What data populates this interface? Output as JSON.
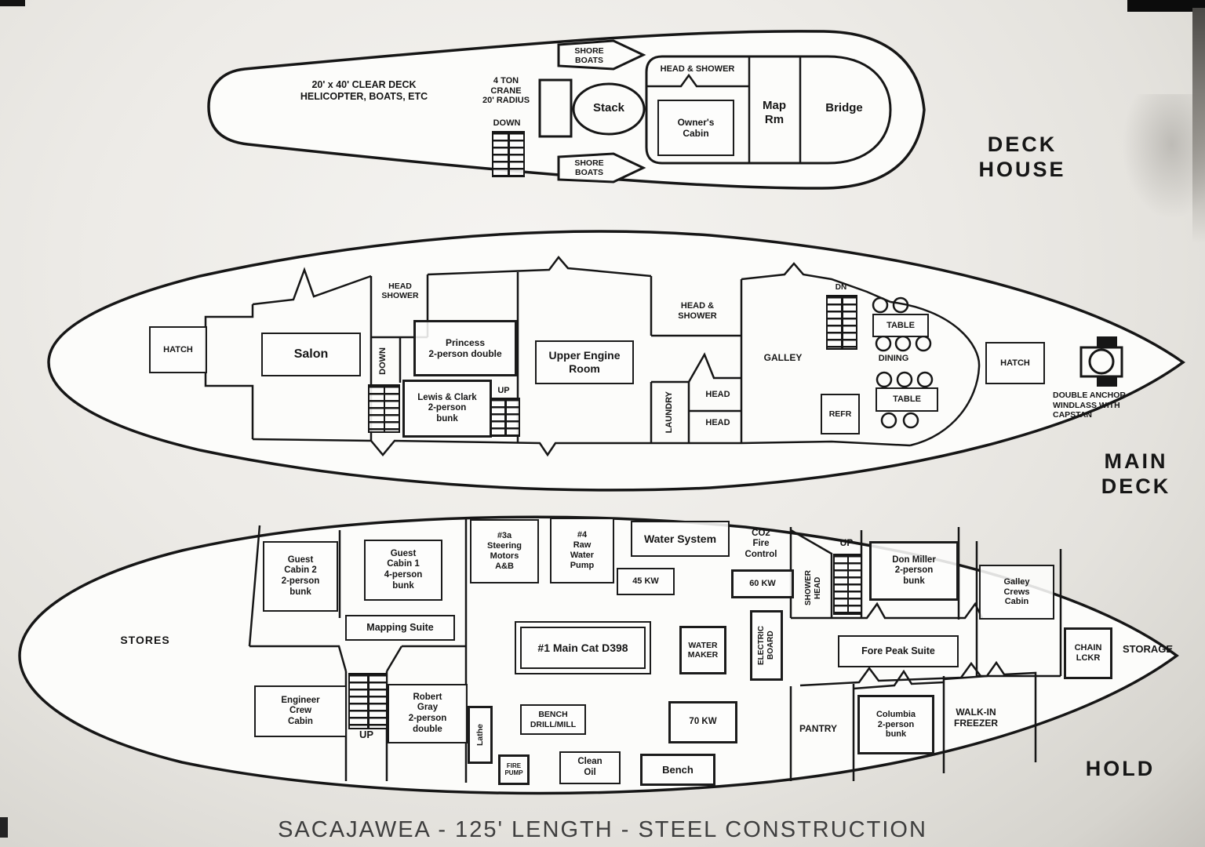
{
  "footer_title": "SACAJAWEA - 125' LENGTH - STEEL CONSTRUCTION",
  "deck_house": {
    "label": "DECK HOUSE",
    "clear_deck": "20' x 40' CLEAR DECK\nHELICOPTER, BOATS, ETC",
    "crane_note": "4 TON\nCRANE\n20' RADIUS",
    "down": "DOWN",
    "shore_boats_top": "SHORE\nBOATS",
    "shore_boats_bottom": "SHORE\nBOATS",
    "stack": "Stack",
    "head_shower": "HEAD & SHOWER",
    "owners_cabin": "Owner's\nCabin",
    "map_rm": "Map\nRm",
    "bridge": "Bridge"
  },
  "main_deck": {
    "label": "MAIN DECK",
    "hatch_aft": "HATCH",
    "salon": "Salon",
    "head_shower_aft": "HEAD\nSHOWER",
    "down": "DOWN",
    "princess": "Princess\n2-person double",
    "lewis_clark": "Lewis & Clark\n2-person\nbunk",
    "up": "UP",
    "upper_engine_room": "Upper Engine\nRoom",
    "head_shower_fwd": "HEAD &\nSHOWER",
    "laundry": "LAUNDRY",
    "head_1": "HEAD",
    "head_2": "HEAD",
    "galley": "GALLEY",
    "dn": "DN",
    "refr": "REFR",
    "table_1": "TABLE",
    "dining": "DINING",
    "table_2": "TABLE",
    "hatch_fwd": "HATCH",
    "windlass": "DOUBLE ANCHOR\nWINDLASS WITH\nCAPSTAN"
  },
  "hold": {
    "label": "HOLD",
    "stores": "STORES",
    "guest_cabin_2": "Guest\nCabin 2\n2-person\nbunk",
    "guest_cabin_1": "Guest\nCabin 1\n4-person\nbunk",
    "mapping_suite": "Mapping Suite",
    "steering_motors": "#3a\nSteering\nMotors\nA&B",
    "raw_water_pump": "#4\nRaw\nWater\nPump",
    "water_system": "Water System",
    "co2_fire_control": "CO2\nFire\nControl",
    "kw_45": "45 KW",
    "kw_60": "60 KW",
    "main_engine": "#1  Main Cat D398",
    "water_maker": "WATER\nMAKER",
    "electric_board": "ELECTRIC\nBOARD",
    "shower_head": "SHOWER\nHEAD",
    "up_fwd": "UP",
    "don_miller": "Don Miller\n2-person\nbunk",
    "galley_crews_cabin": "Galley\nCrews\nCabin",
    "fore_peak_suite": "Fore Peak Suite",
    "chain_lckr": "CHAIN\nLCKR",
    "storage": "STORAGE",
    "engineer_crew_cabin": "Engineer\nCrew\nCabin",
    "up_aft": "UP",
    "robert_gray": "Robert\nGray\n2-person\ndouble",
    "lathe": "Lathe",
    "fire_pump": "FIRE\nPUMP",
    "bench_drill_mill": "BENCH\nDRILL/MILL",
    "clean_oil": "Clean\nOil",
    "bench": "Bench",
    "kw_70": "70 KW",
    "pantry": "PANTRY",
    "columbia": "Columbia\n2-person\nbunk",
    "walk_in_freezer": "WALK-IN\nFREEZER"
  }
}
